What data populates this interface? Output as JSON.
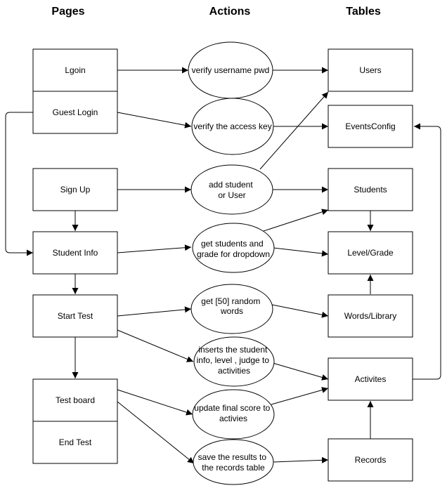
{
  "headers": {
    "pages": "Pages",
    "actions": "Actions",
    "tables": "Tables"
  },
  "pages": {
    "login": "Lgoin",
    "guest_login": "Guest Login",
    "sign_up": "Sign Up",
    "student_info": "Student Info",
    "start_test": "Start Test",
    "test_board": "Test board",
    "end_test": "End Test"
  },
  "actions": {
    "verify_user": "verify username pwd",
    "verify_key": "verify the access key",
    "add_student": [
      "add student",
      "or User"
    ],
    "get_students": [
      "get students and",
      "grade for dropdown"
    ],
    "random_words": [
      "get [50] random",
      "words"
    ],
    "inserts": [
      "inserts the student",
      "info, level , judge to",
      "activities"
    ],
    "update_score": [
      "update final score to",
      "activies"
    ],
    "save_results": [
      "save the results to",
      "the records table"
    ]
  },
  "tables": {
    "users": "Users",
    "events_config": "EventsConfig",
    "students": "Students",
    "level_grade": "Level/Grade",
    "words_library": "Words/Library",
    "activites": "Activites",
    "records": "Records"
  }
}
